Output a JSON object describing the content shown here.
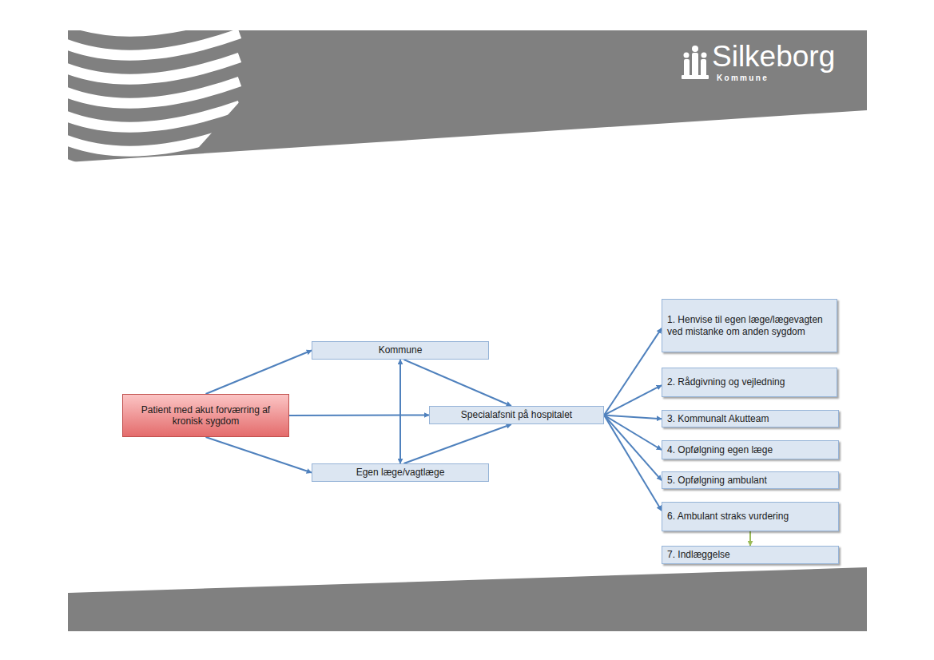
{
  "diagram": {
    "nodes": [
      {
        "text": [
          "Patient med akut forværring af kronisk sygdom"
        ]
      },
      {
        "text": [
          "Kommune"
        ]
      },
      {
        "text": [
          "Egen læge/vagtlæge"
        ]
      },
      {
        "text": [
          "Specialafsnit på hospitalet"
        ]
      },
      {
        "text": [
          "1. Henvise til egen læge/lægevagten ved mistanke om anden sygdom"
        ]
      },
      {
        "text": [
          "2. Rådgivning og vejledning"
        ]
      },
      {
        "text": [
          "3. Kommunalt Akutteam"
        ]
      },
      {
        "text": [
          "4. Opfølgning egen læge"
        ]
      },
      {
        "text": [
          "5. Opfølgning ambulant"
        ]
      },
      {
        "text": [
          "6. Ambulant straks vurdering"
        ]
      },
      {
        "text": [
          "7. Indlæggelse"
        ]
      }
    ],
    "edges": [
      {
        "from": 0,
        "to": 1,
        "arrow": "to"
      },
      {
        "from": 0,
        "to": 2,
        "arrow": "to"
      },
      {
        "from": 0,
        "to": 3,
        "arrow": "to"
      },
      {
        "from": 1,
        "to": 2,
        "arrow": "both"
      },
      {
        "from": 1,
        "to": 3,
        "arrow": "to"
      },
      {
        "from": 2,
        "to": 3,
        "arrow": "to"
      },
      {
        "from": 3,
        "to": 4,
        "arrow": "to"
      },
      {
        "from": 3,
        "to": 5,
        "arrow": "to"
      },
      {
        "from": 3,
        "to": 6,
        "arrow": "to"
      },
      {
        "from": 3,
        "to": 7,
        "arrow": "to"
      },
      {
        "from": 3,
        "to": 8,
        "arrow": "to"
      },
      {
        "from": 3,
        "to": 9,
        "arrow": "to"
      },
      {
        "from": 9,
        "to": 10,
        "arrow": "to"
      }
    ],
    "labels": [
      "Silkeborg",
      "Kommune"
    ]
  }
}
